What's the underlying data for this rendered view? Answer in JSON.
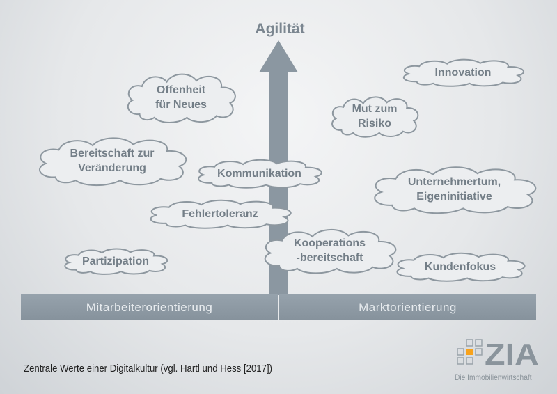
{
  "title": "Agilität",
  "clouds": [
    {
      "label": "Offenheit\nfür Neues"
    },
    {
      "label": "Bereitschaft zur\nVeränderung"
    },
    {
      "label": "Kommunikation"
    },
    {
      "label": "Fehlertoleranz"
    },
    {
      "label": "Partizipation"
    },
    {
      "label": "Innovation"
    },
    {
      "label": "Mut zum\nRisiko"
    },
    {
      "label": "Unternehmertum,\nEigeninitiative"
    },
    {
      "label": "Kooperations\n-bereitschaft"
    },
    {
      "label": "Kundenfokus"
    }
  ],
  "axis": {
    "left": "Mitarbeiterorientierung",
    "right": "Marktorientierung"
  },
  "caption": "Zentrale Werte einer Digitalkultur (vgl. Hartl und Hess [2017])",
  "logo": {
    "name": "ZIA",
    "subtitle": "Die Immobilienwirtschaft",
    "accent": "#f7a21b"
  }
}
